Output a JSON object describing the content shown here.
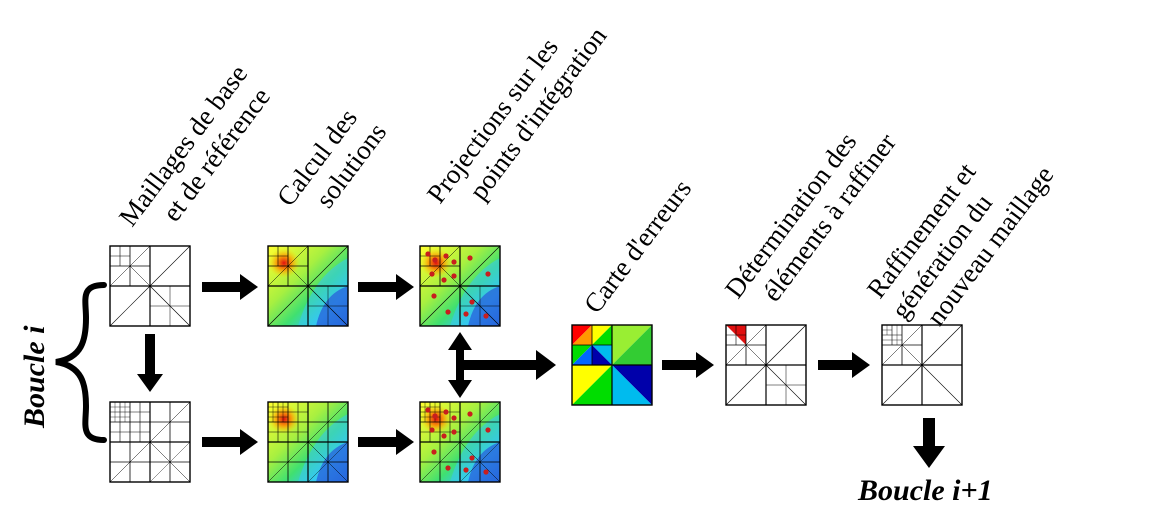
{
  "steps": {
    "meshes": [
      "Maillages de base",
      "et de référence"
    ],
    "solve": [
      "Calcul des",
      "solutions"
    ],
    "projection": [
      "Projections sur les",
      "points d'intégration"
    ],
    "error_map": [
      "Carte d'erreurs"
    ],
    "marking": [
      "Détermination des",
      "éléments à raffiner"
    ],
    "refine": [
      "Raffinement et",
      "génération du",
      "nouveau maillage"
    ]
  },
  "loop": {
    "current": "Boucle i",
    "next": "Boucle i+1"
  },
  "colors": {
    "line": "#000000",
    "field_blue": "#1e5ccc",
    "field_cyan": "#3fd4f0",
    "field_green": "#7ae84a",
    "field_yellow": "#e8e832",
    "field_red": "#dd1b1b",
    "point_red": "#c81e1e",
    "error_map": [
      "#ff0000",
      "#ff9900",
      "#ffff00",
      "#00dd00",
      "#99ee33",
      "#0066ff",
      "#00bbee",
      "#0000aa"
    ]
  },
  "icons": {
    "flow": "arrow-right-icon",
    "down": "arrow-down-icon",
    "bidirectional": "arrow-up-down-icon",
    "loop": "curly-brace-icon"
  }
}
